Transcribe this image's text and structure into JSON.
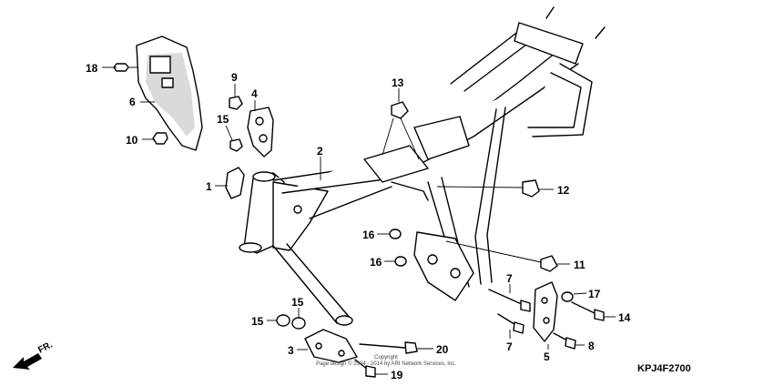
{
  "callouts": [
    {
      "label": "18"
    },
    {
      "label": "6"
    },
    {
      "label": "10"
    },
    {
      "label": "9"
    },
    {
      "label": "4"
    },
    {
      "label": "15"
    },
    {
      "label": "1"
    },
    {
      "label": "2"
    },
    {
      "label": "13"
    },
    {
      "label": "12"
    },
    {
      "label": "16"
    },
    {
      "label": "16"
    },
    {
      "label": "11"
    },
    {
      "label": "7"
    },
    {
      "label": "17"
    },
    {
      "label": "14"
    },
    {
      "label": "15"
    },
    {
      "label": "15"
    },
    {
      "label": "3"
    },
    {
      "label": "20"
    },
    {
      "label": "19"
    },
    {
      "label": "7"
    },
    {
      "label": "5"
    },
    {
      "label": "8"
    }
  ],
  "copyright": {
    "line1": "Copyright",
    "line2": "Page design © 2004 - 2014 by ARI Network Services, Inc."
  },
  "diagram_code": "KPJ4F2700",
  "direction": {
    "label": "FR."
  }
}
